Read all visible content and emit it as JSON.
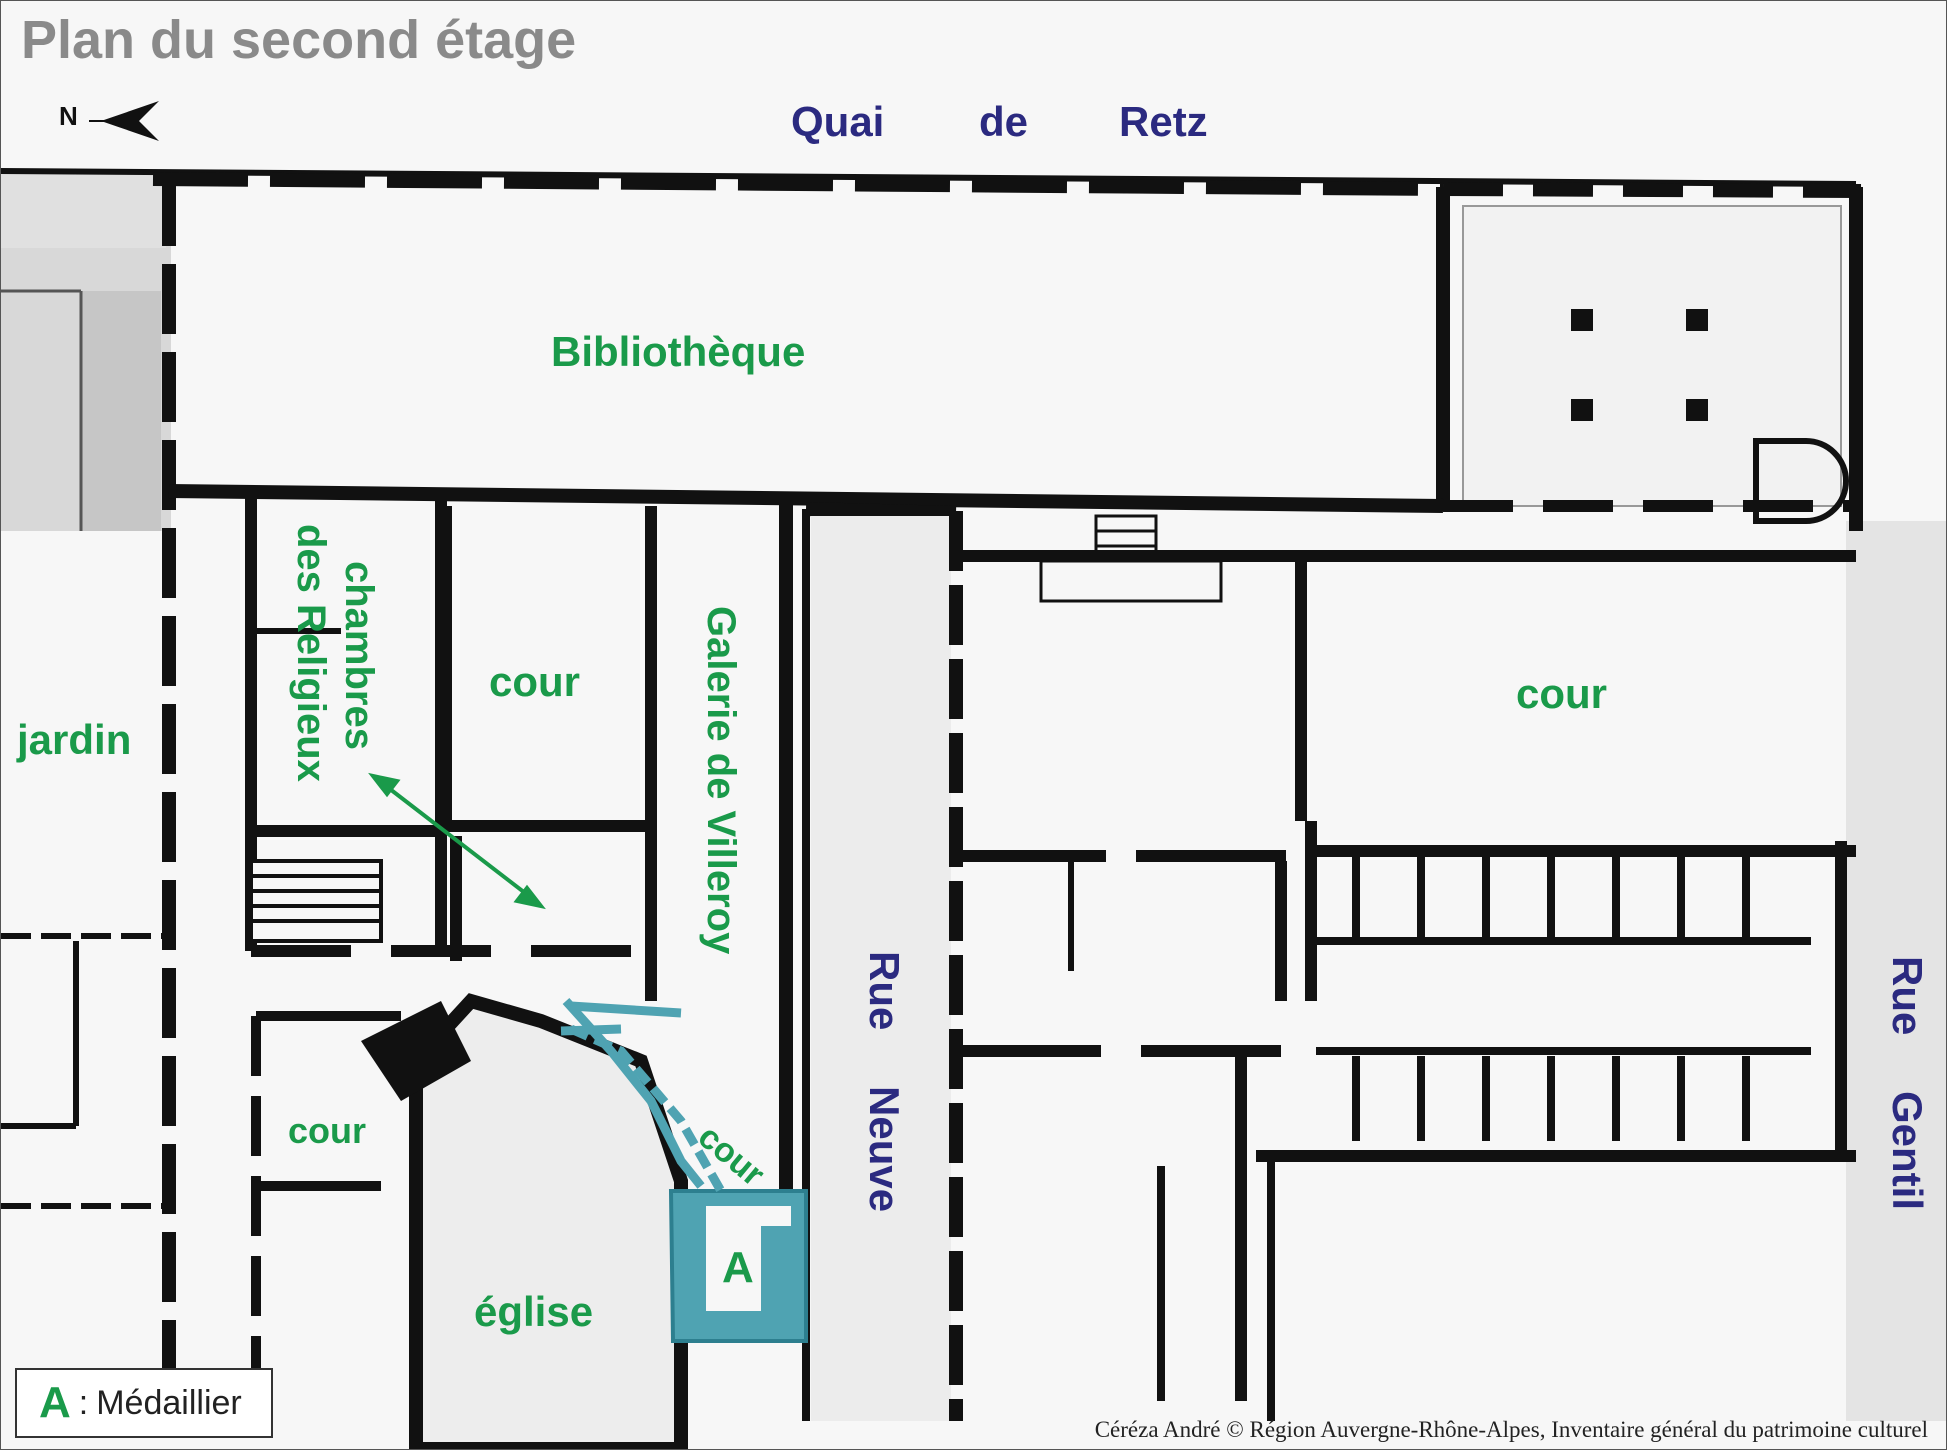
{
  "title": "Plan du second étage",
  "north_label": "N",
  "streets": {
    "quai": [
      "Quai",
      "de",
      "Retz"
    ],
    "rue_neuve": [
      "Rue",
      "Neuve"
    ],
    "rue_gentil": [
      "Rue",
      "Gentil"
    ]
  },
  "rooms": {
    "bibliotheque": "Bibliothèque",
    "jardin": "jardin",
    "chambres_line1": "chambres",
    "chambres_line2": "des Religieux",
    "cour_center": "cour",
    "galerie": "Galerie de Villeroy",
    "cour_right": "cour",
    "cour_left": "cour",
    "cour_small": "cour",
    "eglise": "église",
    "room_a": "A"
  },
  "legend": {
    "key": "A",
    "separator": ":",
    "label": "Médaillier"
  },
  "credit": "Céréza André © Région Auvergne-Rhône-Alpes, Inventaire général du patrimoine culturel",
  "colors": {
    "label_green": "#1a9a4a",
    "street_navy": "#2b2a80",
    "highlight_teal": "#4fa3b2",
    "wall_black": "#111111"
  }
}
